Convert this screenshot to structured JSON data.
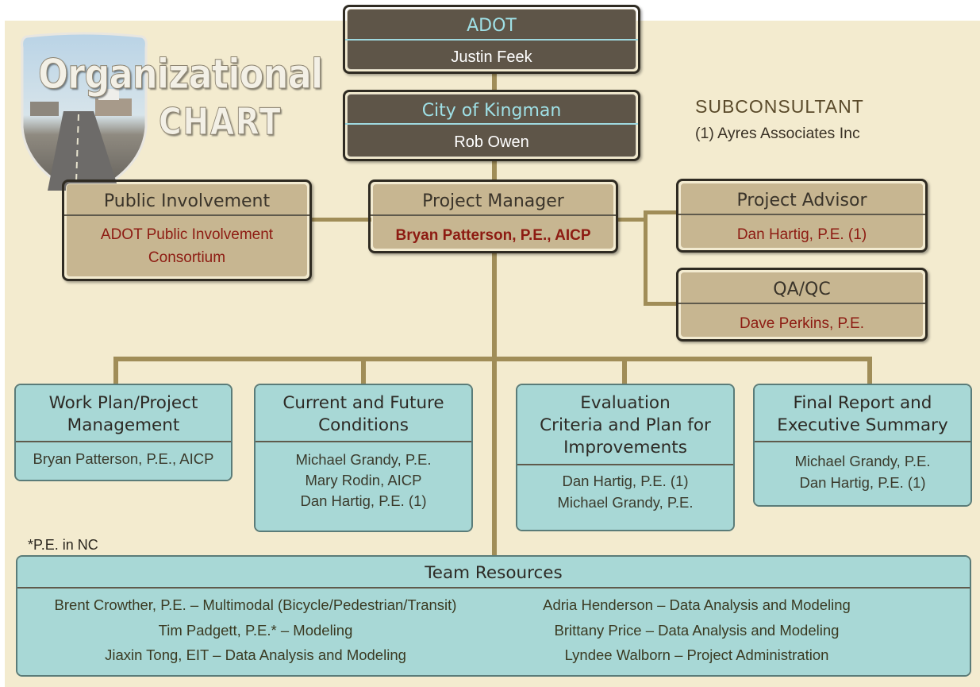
{
  "title": {
    "line1": "Organizational",
    "line2": "CHART"
  },
  "subconsultant": {
    "heading": "SUBCONSULTANT",
    "text": "(1) Ayres Associates Inc"
  },
  "adot": {
    "title": "ADOT",
    "name": "Justin Feek"
  },
  "city": {
    "title": "City of Kingman",
    "name": "Rob Owen"
  },
  "public_involvement": {
    "title": "Public Involvement",
    "lines": [
      "ADOT Public Involvement",
      "Consortium"
    ]
  },
  "project_manager": {
    "title": "Project Manager",
    "name": "Bryan Patterson, P.E., AICP"
  },
  "project_advisor": {
    "title": "Project Advisor",
    "name": "Dan Hartig, P.E. (1)"
  },
  "qaqc": {
    "title": "QA/QC",
    "name": "Dave Perkins, P.E."
  },
  "tasks": [
    {
      "title_lines": [
        "Work Plan/Project",
        "Management"
      ],
      "names": [
        "Bryan Patterson, P.E., AICP"
      ]
    },
    {
      "title_lines": [
        "Current and Future",
        "Conditions"
      ],
      "names": [
        "Michael Grandy, P.E.",
        "Mary Rodin, AICP",
        "Dan Hartig, P.E. (1)"
      ]
    },
    {
      "title_lines": [
        "Evaluation",
        "Criteria and Plan for",
        "Improvements"
      ],
      "names": [
        "Dan Hartig, P.E. (1)",
        "Michael Grandy, P.E."
      ]
    },
    {
      "title_lines": [
        "Final Report and",
        "Executive Summary"
      ],
      "names": [
        "Michael Grandy, P.E.",
        "Dan Hartig, P.E. (1)"
      ]
    }
  ],
  "note": "*P.E. in NC",
  "team_resources": {
    "title": "Team Resources",
    "left": [
      "Brent Crowther, P.E. – Multimodal (Bicycle/Pedestrian/Transit)",
      "Tim Padgett, P.E.* – Modeling",
      "Jiaxin Tong, EIT – Data Analysis and Modeling"
    ],
    "right": [
      "Adria Henderson – Data Analysis and Modeling",
      "Brittany Price – Data Analysis and Modeling",
      "Lyndee Walborn – Project Administration"
    ]
  },
  "colors": {
    "background": "#f3ebcf",
    "connector": "#a08d58",
    "dark_box": "#5e5548",
    "tan_box": "#c7b691",
    "teal_box": "#a8d8d6",
    "name_red": "#8d1b12",
    "header_cyan": "#9fe0e6"
  }
}
